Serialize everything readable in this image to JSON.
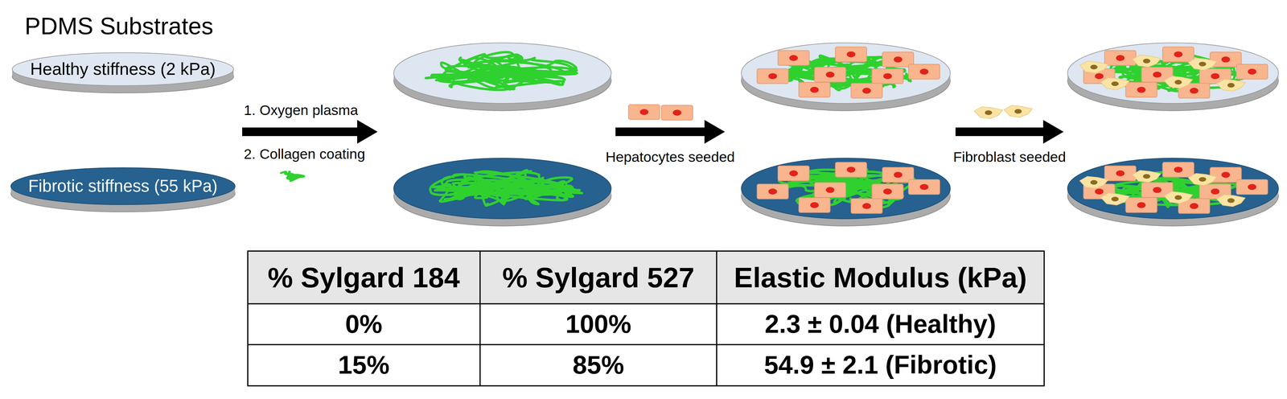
{
  "diagram": {
    "title": "PDMS Substrates",
    "nodes": [
      {
        "text": [
          "Healthy stiffness (2 kPa)"
        ]
      },
      {
        "text": [
          "Fibrotic stiffness (55 kPa)"
        ]
      }
    ],
    "labels": [
      "1. Oxygen plasma",
      "2. Collagen coating",
      "Hepatocytes seeded",
      "Fibroblast seeded",
      "% Sylgard 184",
      "% Sylgard 527",
      "Elastic Modulus (kPa)",
      "0%",
      "100%",
      "2.3 ± 0.04 (Healthy)",
      "15%",
      "85%",
      "54.9 ± 2.1 (Fibrotic)"
    ]
  }
}
